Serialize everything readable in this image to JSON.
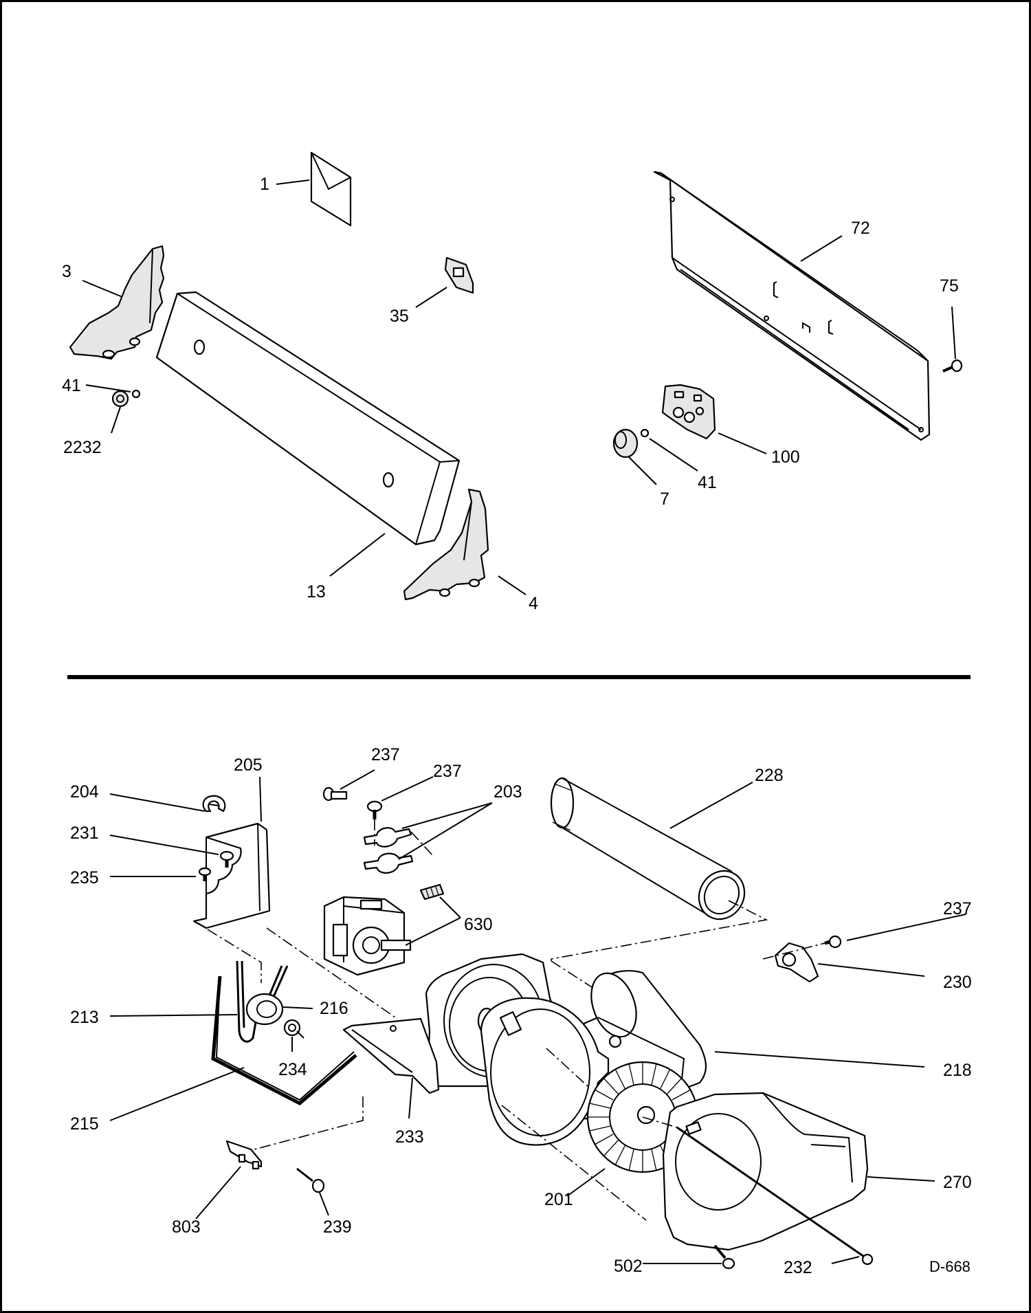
{
  "labels": {
    "l1": "1",
    "l3": "3",
    "l35": "35",
    "l72": "72",
    "l75": "75",
    "l41a": "41",
    "l2232": "2232",
    "l13": "13",
    "l4": "4",
    "l100": "100",
    "l41b": "41",
    "l7": "7",
    "l237a": "237",
    "l237b": "237",
    "l205": "205",
    "l203": "203",
    "l228": "228",
    "l204": "204",
    "l231": "231",
    "l235": "235",
    "l630": "630",
    "l237c": "237",
    "l230": "230",
    "l213": "213",
    "l216": "216",
    "l218": "218",
    "l234": "234",
    "l215": "215",
    "l233": "233",
    "l270": "270",
    "l201": "201",
    "l803": "803",
    "l239": "239",
    "l502": "502",
    "l232": "232"
  },
  "diagram_code": "D-668"
}
